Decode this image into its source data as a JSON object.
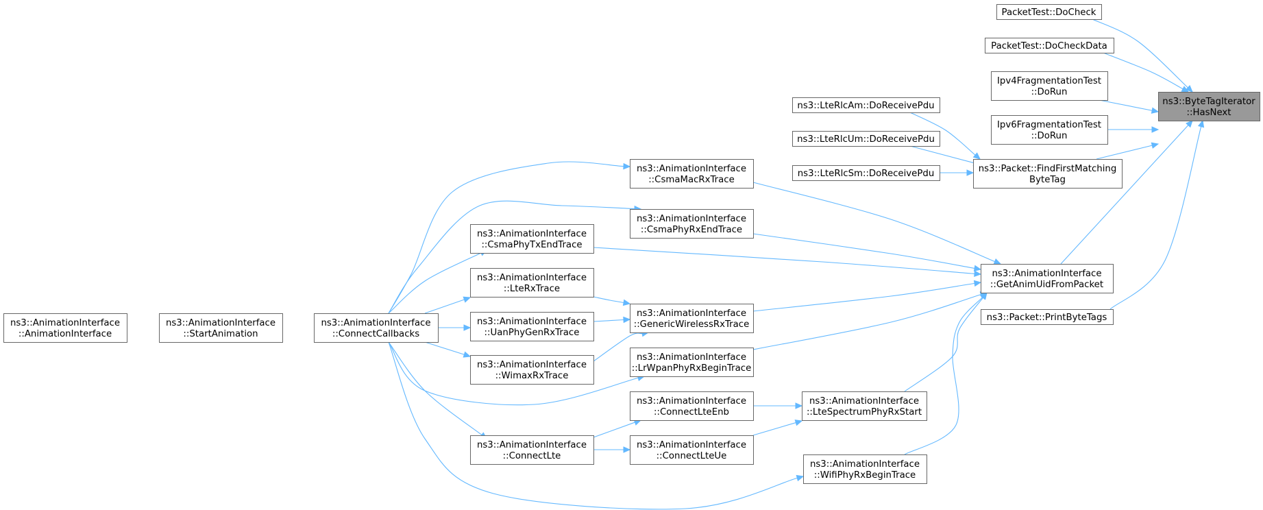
{
  "diagram": {
    "nodes": [
      {
        "id": "target",
        "lines": [
          "ns3::ByteTagIterator",
          "::HasNext"
        ],
        "focus": true
      },
      {
        "id": "pt_docheck",
        "lines": [
          "PacketTest::DoCheck"
        ]
      },
      {
        "id": "pt_docheckdata",
        "lines": [
          "PacketTest::DoCheckData"
        ]
      },
      {
        "id": "ipv4frag",
        "lines": [
          "Ipv4FragmentationTest",
          "::DoRun"
        ]
      },
      {
        "id": "ipv6frag",
        "lines": [
          "Ipv6FragmentationTest",
          "::DoRun"
        ]
      },
      {
        "id": "findfirst",
        "lines": [
          "ns3::Packet::FindFirstMatching",
          "ByteTag"
        ]
      },
      {
        "id": "rlcam",
        "lines": [
          "ns3::LteRlcAm::DoReceivePdu"
        ]
      },
      {
        "id": "rlcum",
        "lines": [
          "ns3::LteRlcUm::DoReceivePdu"
        ]
      },
      {
        "id": "rlcsm",
        "lines": [
          "ns3::LteRlcSm::DoReceivePdu"
        ]
      },
      {
        "id": "getanim",
        "lines": [
          "ns3::AnimationInterface",
          "::GetAnimUidFromPacket"
        ]
      },
      {
        "id": "printbt",
        "lines": [
          "ns3::Packet::PrintByteTags"
        ]
      },
      {
        "id": "csmamac",
        "lines": [
          "ns3::AnimationInterface",
          "::CsmaMacRxTrace"
        ]
      },
      {
        "id": "csmaphyrx",
        "lines": [
          "ns3::AnimationInterface",
          "::CsmaPhyRxEndTrace"
        ]
      },
      {
        "id": "csmaphytx",
        "lines": [
          "ns3::AnimationInterface",
          "::CsmaPhyTxEndTrace"
        ]
      },
      {
        "id": "lterx",
        "lines": [
          "ns3::AnimationInterface",
          "::LteRxTrace"
        ]
      },
      {
        "id": "generic",
        "lines": [
          "ns3::AnimationInterface",
          "::GenericWirelessRxTrace"
        ]
      },
      {
        "id": "uan",
        "lines": [
          "ns3::AnimationInterface",
          "::UanPhyGenRxTrace"
        ]
      },
      {
        "id": "wimax",
        "lines": [
          "ns3::AnimationInterface",
          "::WimaxRxTrace"
        ]
      },
      {
        "id": "lrwpan",
        "lines": [
          "ns3::AnimationInterface",
          "::LrWpanPhyRxBeginTrace"
        ]
      },
      {
        "id": "connlteenb",
        "lines": [
          "ns3::AnimationInterface",
          "::ConnectLteEnb"
        ]
      },
      {
        "id": "ltespec",
        "lines": [
          "ns3::AnimationInterface",
          "::LteSpectrumPhyRxStart"
        ]
      },
      {
        "id": "connlte",
        "lines": [
          "ns3::AnimationInterface",
          "::ConnectLte"
        ]
      },
      {
        "id": "connlteue",
        "lines": [
          "ns3::AnimationInterface",
          "::ConnectLteUe"
        ]
      },
      {
        "id": "wifi",
        "lines": [
          "ns3::AnimationInterface",
          "::WifiPhyRxBeginTrace"
        ]
      },
      {
        "id": "connectcb",
        "lines": [
          "ns3::AnimationInterface",
          "::ConnectCallbacks"
        ]
      },
      {
        "id": "startanim",
        "lines": [
          "ns3::AnimationInterface",
          "::StartAnimation"
        ]
      },
      {
        "id": "animiface",
        "lines": [
          "ns3::AnimationInterface",
          "::AnimationInterface"
        ]
      }
    ],
    "edges": [
      {
        "from": "pt_docheck",
        "to": "target"
      },
      {
        "from": "pt_docheckdata",
        "to": "target"
      },
      {
        "from": "ipv4frag",
        "to": "target"
      },
      {
        "from": "ipv6frag",
        "to": "target"
      },
      {
        "from": "findfirst",
        "to": "target"
      },
      {
        "from": "getanim",
        "to": "target"
      },
      {
        "from": "printbt",
        "to": "target"
      },
      {
        "from": "rlcam",
        "to": "findfirst"
      },
      {
        "from": "rlcum",
        "to": "findfirst"
      },
      {
        "from": "rlcsm",
        "to": "findfirst"
      },
      {
        "from": "csmamac",
        "to": "getanim"
      },
      {
        "from": "csmaphyrx",
        "to": "getanim"
      },
      {
        "from": "csmaphytx",
        "to": "getanim"
      },
      {
        "from": "generic",
        "to": "getanim"
      },
      {
        "from": "lrwpan",
        "to": "getanim"
      },
      {
        "from": "ltespec",
        "to": "getanim"
      },
      {
        "from": "wifi",
        "to": "getanim"
      },
      {
        "from": "lterx",
        "to": "generic"
      },
      {
        "from": "uan",
        "to": "generic"
      },
      {
        "from": "wimax",
        "to": "generic"
      },
      {
        "from": "connlteenb",
        "to": "ltespec"
      },
      {
        "from": "connlteue",
        "to": "ltespec"
      },
      {
        "from": "connlte",
        "to": "connlteenb"
      },
      {
        "from": "connlte",
        "to": "connlteue"
      },
      {
        "from": "connectcb",
        "to": "csmamac"
      },
      {
        "from": "connectcb",
        "to": "csmaphyrx"
      },
      {
        "from": "connectcb",
        "to": "csmaphytx"
      },
      {
        "from": "connectcb",
        "to": "lterx"
      },
      {
        "from": "connectcb",
        "to": "uan"
      },
      {
        "from": "connectcb",
        "to": "wimax"
      },
      {
        "from": "connectcb",
        "to": "lrwpan"
      },
      {
        "from": "connectcb",
        "to": "connlte"
      },
      {
        "from": "connectcb",
        "to": "wifi"
      },
      {
        "from": "startanim",
        "to": "connectcb"
      },
      {
        "from": "animiface",
        "to": "startanim"
      }
    ],
    "colors": {
      "edge": "#63b8ff",
      "node_border": "#666666",
      "node_fill": "#ffffff",
      "focus_fill": "#999999"
    }
  }
}
